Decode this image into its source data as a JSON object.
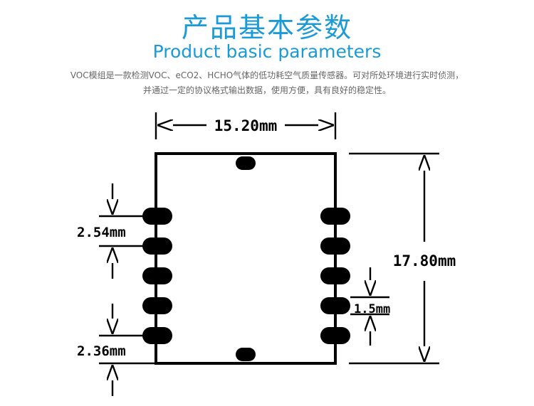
{
  "header": {
    "title_cn": "产品基本参数",
    "title_en": "Product basic parameters",
    "description_line1": "VOC模组是一款检测VOC、eCO2、HCHO气体的低功耗空气质量传感器。可对所处环境进行实时侦测，",
    "description_line2": "并通过一定的协议格式输出数据，使用方便，具有良好的稳定性。"
  },
  "dimensions": {
    "width": "15.20mm",
    "height": "17.80mm",
    "pin_pitch": "2.54mm",
    "pin_edge_offset": "2.36mm",
    "pin_height": "1.5mm"
  },
  "colors": {
    "title": "#1a9ad6",
    "description": "#666666",
    "outline": "#000000"
  }
}
